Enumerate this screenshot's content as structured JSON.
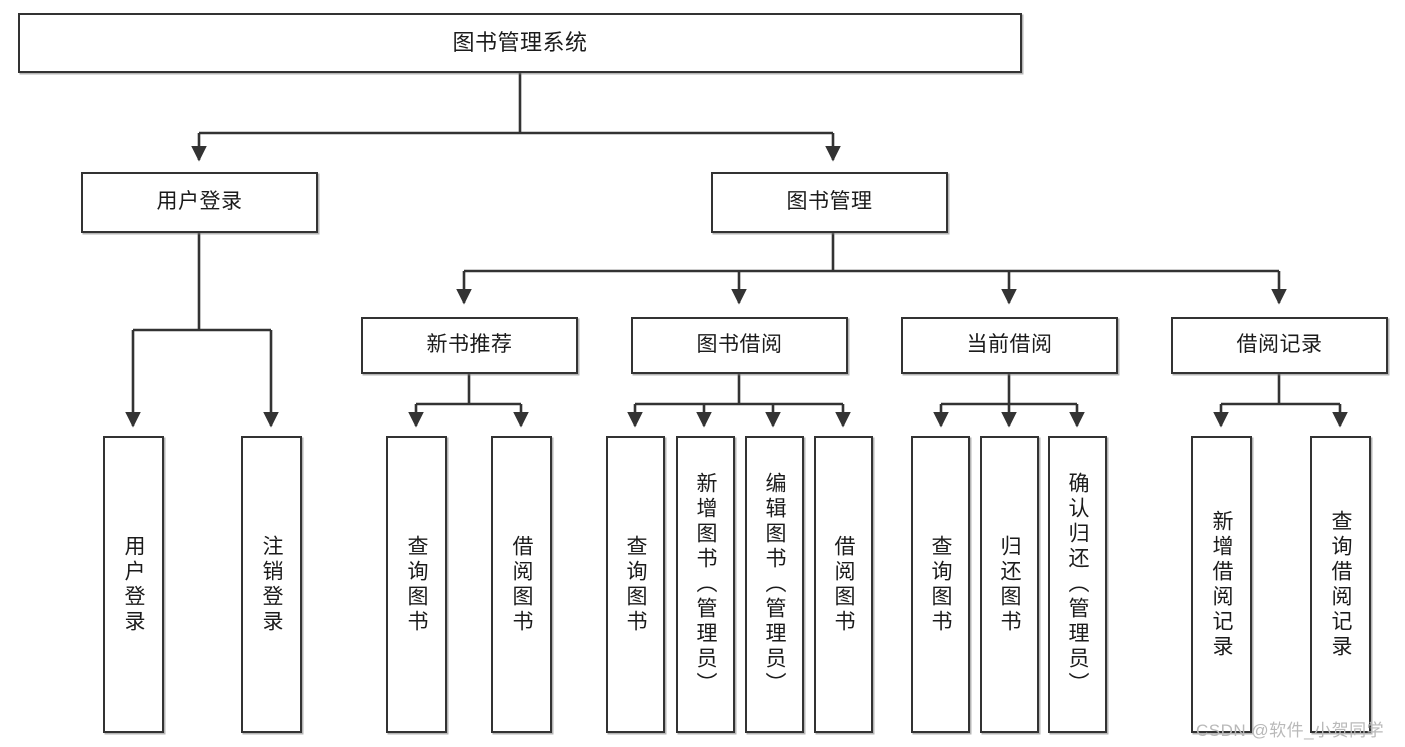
{
  "diagram": {
    "title": "图书管理系统",
    "type": "tree-hierarchy-chart",
    "root": {
      "label": "图书管理系统"
    },
    "level2": [
      {
        "label": "用户登录"
      },
      {
        "label": "图书管理"
      }
    ],
    "level3": [
      {
        "label": "新书推荐"
      },
      {
        "label": "图书借阅"
      },
      {
        "label": "当前借阅"
      },
      {
        "label": "借阅记录"
      }
    ],
    "leaves": {
      "user_login": [
        {
          "label": "用户登录"
        },
        {
          "label": "注销登录"
        }
      ],
      "new_book_recommend": [
        {
          "label": "查询图书"
        },
        {
          "label": "借阅图书"
        }
      ],
      "book_borrow": [
        {
          "label": "查询图书"
        },
        {
          "label": "新增图书（管理员）"
        },
        {
          "label": "编辑图书（管理员）"
        },
        {
          "label": "借阅图书"
        }
      ],
      "current_borrow": [
        {
          "label": "查询图书"
        },
        {
          "label": "归还图书"
        },
        {
          "label": "确认归还（管理员）"
        }
      ],
      "borrow_record": [
        {
          "label": "新增借阅记录"
        },
        {
          "label": "查询借阅记录"
        }
      ]
    }
  },
  "watermark": {
    "text": "CSDN @软件_小贺同学"
  },
  "colors": {
    "stroke": "#333333",
    "text": "#1b1b1b",
    "background": "#ffffff",
    "watermark": "#b9b9b9"
  }
}
